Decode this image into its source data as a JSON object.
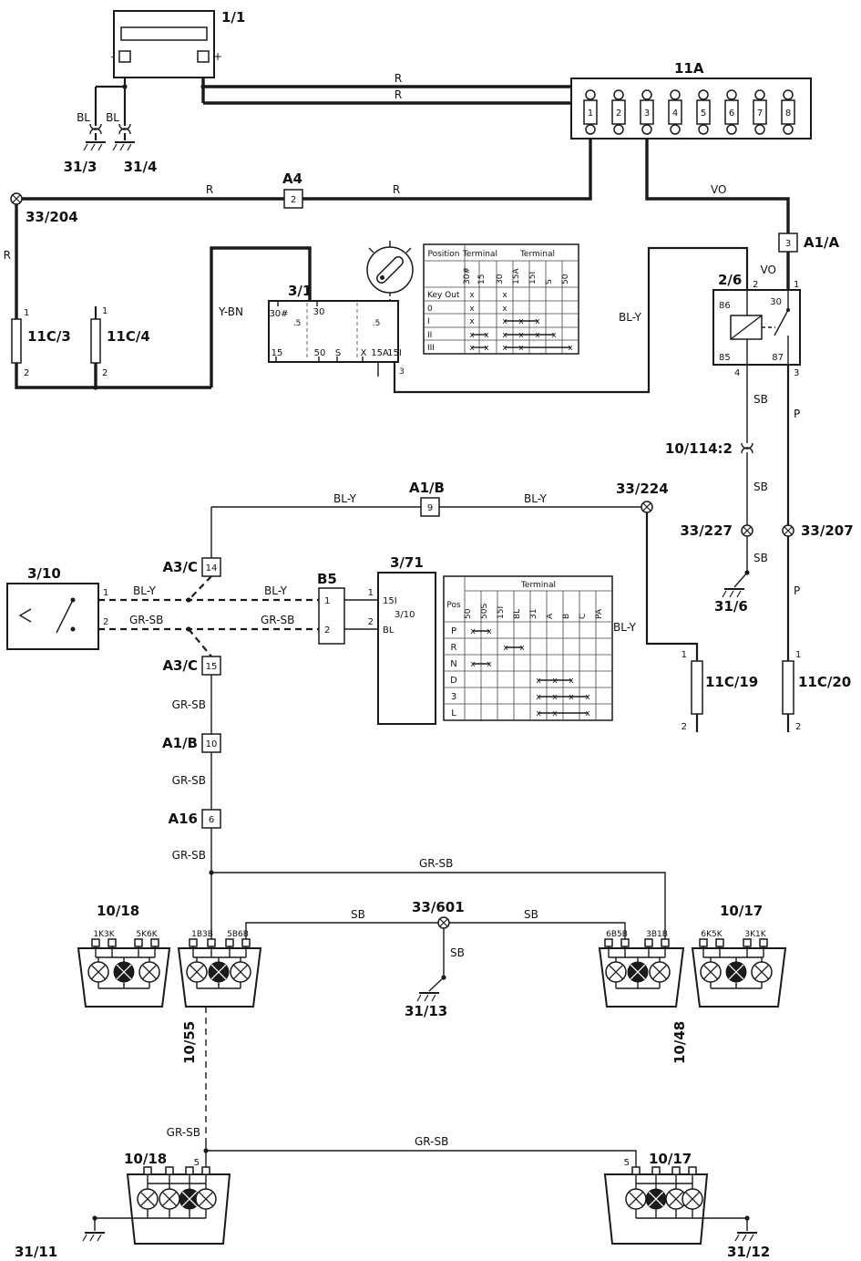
{
  "wire_labels": {
    "r": "R",
    "bl": "BL",
    "vo": "VO",
    "y_bn": "Y-BN",
    "bl_y": "BL-Y",
    "gr_sb": "GR-SB",
    "sb": "SB",
    "p": "P"
  },
  "battery": {
    "id": "1/1",
    "minus": "-",
    "plus": "+"
  },
  "fusebox": {
    "id": "11A",
    "fuses": [
      "1",
      "2",
      "3",
      "4",
      "5",
      "6",
      "7",
      "8"
    ]
  },
  "grounds": {
    "g31_3": "31/3",
    "g31_4": "31/4",
    "g31_6": "31/6",
    "g31_13": "31/13",
    "g31_11": "31/11",
    "g31_12": "31/12"
  },
  "splices": {
    "s33_204": "33/204",
    "s33_224": "33/224",
    "s33_227": "33/227",
    "s33_207": "33/207",
    "s33_601": "33/601"
  },
  "connectors": {
    "a4": {
      "label": "A4",
      "pin": "2"
    },
    "a1a": {
      "label": "A1/A",
      "pin": "3"
    },
    "a1b9": {
      "label": "A1/B",
      "pin": "9"
    },
    "a1b10": {
      "label": "A1/B",
      "pin": "10"
    },
    "a3c14": {
      "label": "A3/C",
      "pin": "14"
    },
    "a3c15": {
      "label": "A3/C",
      "pin": "15"
    },
    "a16": {
      "label": "A16",
      "pin": "6"
    },
    "c10_114_2": {
      "label": "10/114:2"
    }
  },
  "relay": {
    "id": "2/6",
    "t86": "86",
    "t30": "30",
    "t85": "85",
    "t87": "87",
    "p1": "1",
    "p2": "2",
    "p3": "3",
    "p4": "4"
  },
  "ignition_switch": {
    "id": "3/1",
    "t30sharp": "30#",
    "gauge1": ".5",
    "t30": "30",
    "gauge2": ".5",
    "t15": "15",
    "t50": "50",
    "tS": "S",
    "tX": "X",
    "t15a": "15A",
    "t15i": "15I",
    "p3": "3"
  },
  "ignition_table": {
    "header_position": "Position",
    "header_terminal_1": "Terminal",
    "header_terminal_2": "Terminal",
    "cols": [
      "30#",
      "15",
      "30",
      "15A",
      "15I",
      "S",
      "50"
    ],
    "rows": [
      {
        "pos": "Key Out",
        "marks": [
          [
            "30#"
          ],
          [
            "30"
          ]
        ]
      },
      {
        "pos": "0",
        "marks": [
          [
            "30#"
          ],
          [
            "30"
          ]
        ]
      },
      {
        "pos": "I",
        "marks": [
          [
            "30#"
          ],
          [
            "30",
            "15A",
            "15I"
          ]
        ]
      },
      {
        "pos": "II",
        "marks": [
          [
            "30#",
            "15"
          ],
          [
            "30",
            "15A",
            "15I",
            "S"
          ]
        ]
      },
      {
        "pos": "III",
        "marks": [
          [
            "30#",
            "15"
          ],
          [
            "30",
            "15A",
            "50"
          ]
        ]
      }
    ]
  },
  "inline_fuses": {
    "c3": {
      "id": "11C/3",
      "p1": "1",
      "p2": "2"
    },
    "c4": {
      "id": "11C/4",
      "p1": "1",
      "p2": "2"
    },
    "c19": {
      "id": "11C/19",
      "p1": "1",
      "p2": "2"
    },
    "c20": {
      "id": "11C/20",
      "p1": "1",
      "p2": "2"
    }
  },
  "turn_switch": {
    "id": "3/10",
    "p1": "1",
    "p2": "2"
  },
  "b5": {
    "id": "B5",
    "p1": "1",
    "p2": "2"
  },
  "gear_selector": {
    "id": "3/71",
    "p1": "1",
    "p2": "2",
    "t15i": "15I",
    "feed": "3/10",
    "tbl": "BL"
  },
  "gear_table": {
    "header_terminal": "Terminal",
    "header_pos": "Pos",
    "cols": [
      "50",
      "50S",
      "15I",
      "BL",
      "31",
      "A",
      "B",
      "C",
      "PA"
    ],
    "rows": [
      {
        "pos": "P",
        "marks": [
          [
            "50",
            "50S"
          ]
        ]
      },
      {
        "pos": "R",
        "marks": [
          [
            "15I",
            "BL"
          ]
        ]
      },
      {
        "pos": "N",
        "marks": [
          [
            "50",
            "50S"
          ]
        ]
      },
      {
        "pos": "D",
        "marks": [
          [
            "31",
            "A",
            "B"
          ]
        ]
      },
      {
        "pos": "3",
        "marks": [
          [
            "31",
            "A",
            "B",
            "C"
          ]
        ]
      },
      {
        "pos": "L",
        "marks": [
          [
            "31",
            "A",
            "C"
          ]
        ]
      }
    ]
  },
  "lamp_clusters": {
    "front_left": {
      "id": "10/18",
      "pins_left": "1K3K",
      "pins_right": "5K6K"
    },
    "left_indicator": {
      "id": "10/55",
      "pins_left": "1B3B",
      "pins_right": "5B6B"
    },
    "right_indicator": {
      "id": "10/48",
      "pins_left": "6B5B",
      "pins_right": "3B1B"
    },
    "front_right": {
      "id": "10/17",
      "pins_left": "6K5K",
      "pins_right": "3K1K"
    },
    "rear_left": {
      "id": "10/18",
      "pin": "5"
    },
    "rear_right": {
      "id": "10/17",
      "pin": "5"
    }
  }
}
